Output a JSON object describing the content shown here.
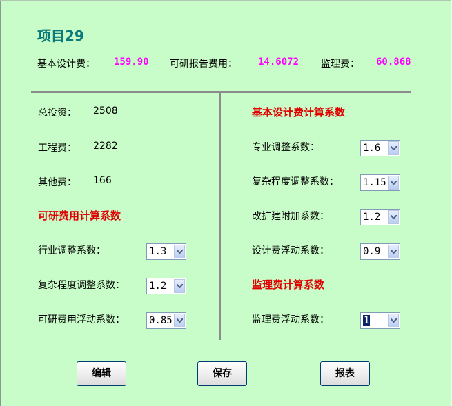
{
  "project": {
    "title": "项目29"
  },
  "fees": {
    "basic_design_label": "基本设计费：",
    "basic_design_value": "159.90",
    "feasibility_label": "可研报告费用：",
    "feasibility_value": "14.6072",
    "supervision_label": "监理费：",
    "supervision_value": "60.868"
  },
  "investment": {
    "total_label": "总投资：",
    "total_value": "2508",
    "engineering_label": "工程费：",
    "engineering_value": "2282",
    "other_label": "其他费：",
    "other_value": "166"
  },
  "feasibility_coef": {
    "heading": "可研费用计算系数",
    "industry_label": "行业调整系数：",
    "industry_value": "1.3",
    "complexity_label": "复杂程度调整系数：",
    "complexity_value": "1.2",
    "floating_label": "可研费用浮动系数：",
    "floating_value": "0.85"
  },
  "design_coef": {
    "heading": "基本设计费计算系数",
    "specialty_label": "专业调整系数：",
    "specialty_value": "1.6",
    "complexity_label": "复杂程度调整系数：",
    "complexity_value": "1.15",
    "expansion_label": "改扩建附加系数：",
    "expansion_value": "1.2",
    "floating_label": "设计费浮动系数：",
    "floating_value": "0.9"
  },
  "supervision_coef": {
    "heading": "监理费计算系数",
    "floating_label": "监理费浮动系数：",
    "floating_value": "1"
  },
  "buttons": {
    "edit": "编辑",
    "save": "保存",
    "report": "报表"
  },
  "colors": {
    "background": "#c8fcc8",
    "title": "#0a7a7a",
    "fee_value": "#ff00ff",
    "section_heading": "#e00000"
  }
}
